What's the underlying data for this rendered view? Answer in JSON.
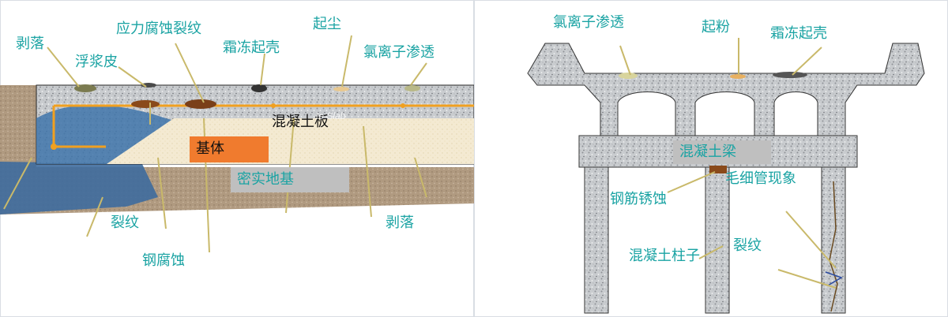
{
  "left_panel": {
    "labels": {
      "bo_luo_top": "剥落",
      "fu_jiang_pi": "浮浆皮",
      "ying_li": "应力腐蚀裂纹",
      "shuang_dong_left": "霜冻起壳",
      "qi_chen": "起尘",
      "lv_li_zi_left": "氯离子渗透",
      "hun_ning_tu_ban": "混凝土板",
      "ji_ti": "基体",
      "mi_shi_di_ji": "密实地基",
      "lie_wen_left": "裂纹",
      "gang_fu_shi": "钢腐蚀",
      "bo_luo_bottom": "剥落"
    },
    "faint_text": "te Slab"
  },
  "right_panel": {
    "labels": {
      "lv_li_zi_right": "氯离子渗透",
      "qi_fen": "起粉",
      "shuang_dong_right": "霜冻起壳",
      "hun_ning_tu_liang": "混凝土梁",
      "mao_xi_guan": "毛细管现象",
      "gang_jin_xiu_shi": "钢筋锈蚀",
      "hun_ning_tu_zhu_zi": "混凝土柱子",
      "lie_wen_right": "裂纹"
    }
  },
  "colors": {
    "label_text": "#1aa3a3",
    "ji_ti_box": "#f07b2e",
    "gray_box": "#bfbfbf",
    "rebar": "#f0a020"
  }
}
